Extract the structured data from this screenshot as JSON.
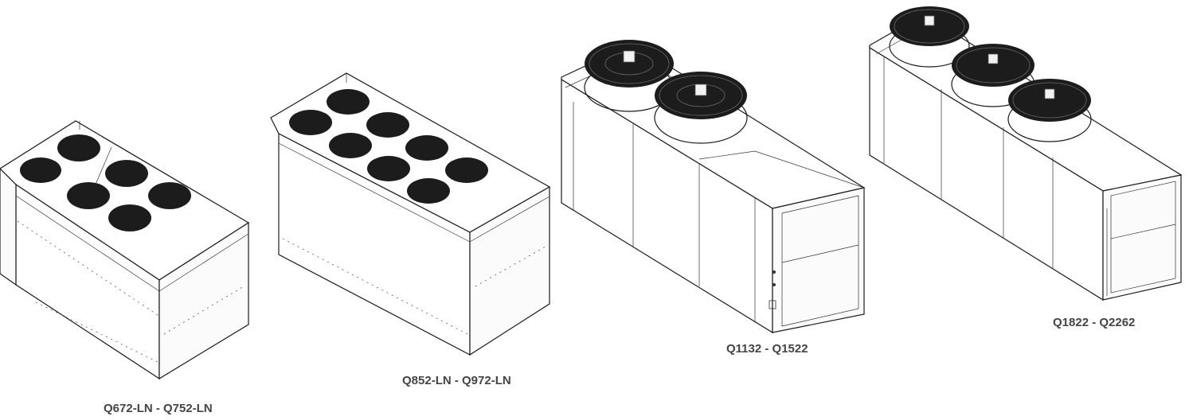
{
  "units": [
    {
      "id": "unit-1",
      "caption": "Q672-LN - Q752-LN",
      "fan_count": 6,
      "fan_color": "#1c1c1c"
    },
    {
      "id": "unit-2",
      "caption": "Q852-LN - Q972-LN",
      "fan_count": 8,
      "fan_color": "#1c1c1c"
    },
    {
      "id": "unit-3",
      "caption": "Q1132 - Q1522",
      "fan_count": 2,
      "fan_color": "#1c1c1c"
    },
    {
      "id": "unit-4",
      "caption": "Q1822 - Q2262",
      "fan_count": 3,
      "fan_color": "#1c1c1c"
    }
  ]
}
